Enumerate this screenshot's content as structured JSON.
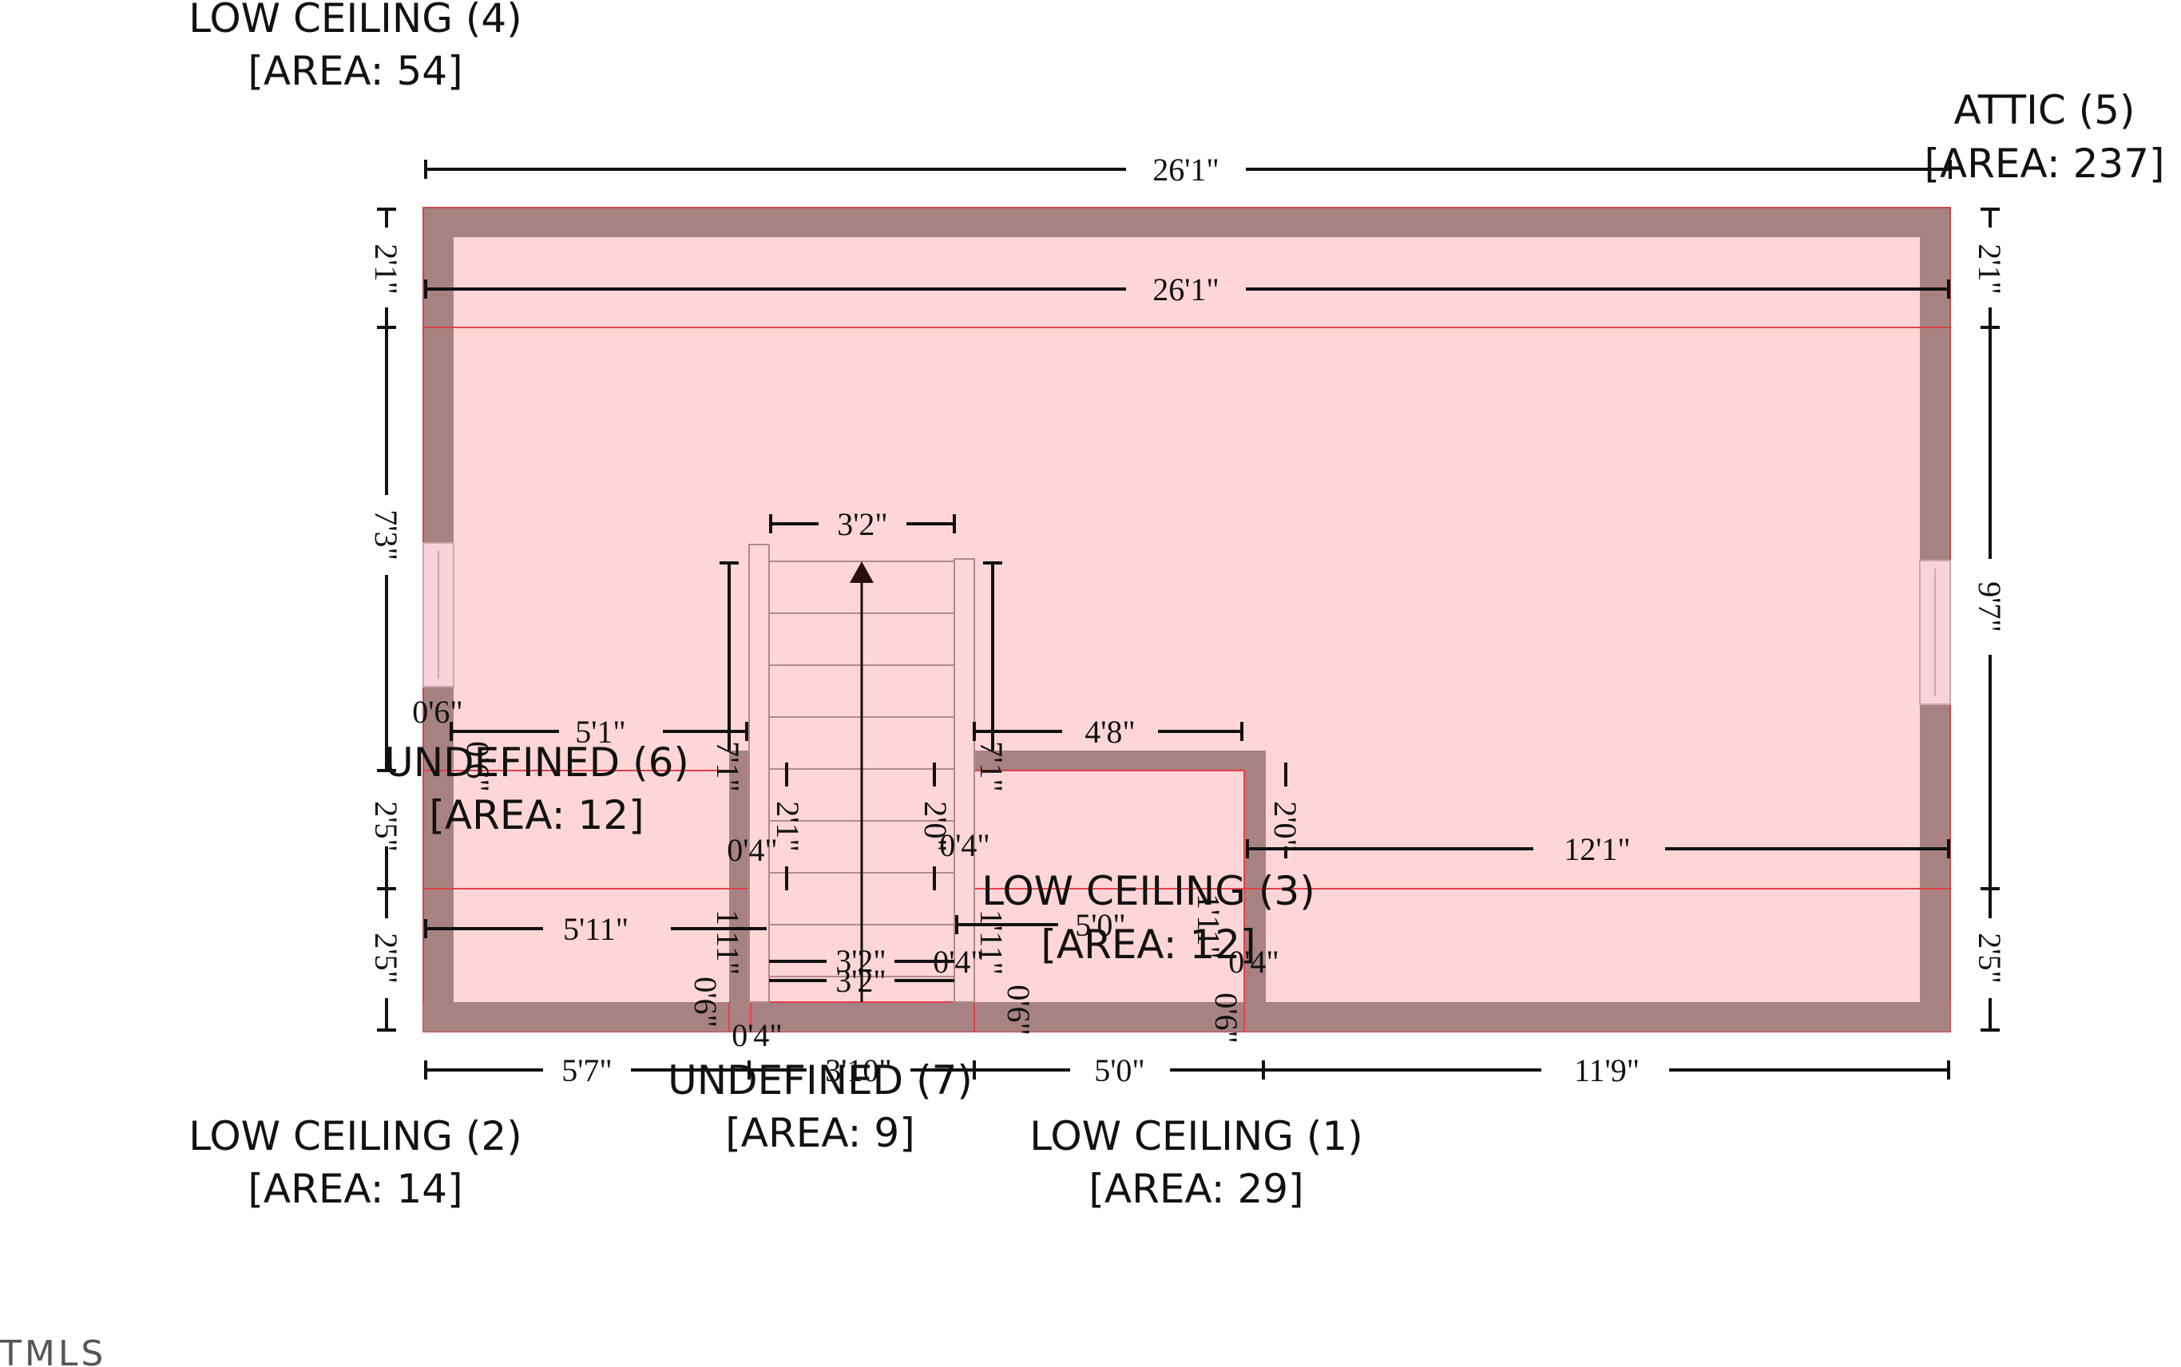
{
  "colors": {
    "wall": "#a88282",
    "floor": "#ffd6d8",
    "edge": "#e0434a",
    "window": "#f8d3dc",
    "line": "#111111"
  },
  "rooms": [
    {
      "name": "LOW CEILING (4)",
      "area": "[AREA: 54]"
    },
    {
      "name": "ATTIC (5)",
      "area": "[AREA: 237]"
    },
    {
      "name": "UNDEFINED (6)",
      "area": "[AREA: 12]"
    },
    {
      "name": "LOW CEILING (3)",
      "area": "[AREA: 12]"
    },
    {
      "name": "UNDEFINED (7)",
      "area": "[AREA: 9]"
    },
    {
      "name": "LOW CEILING (2)",
      "area": "[AREA: 14]"
    },
    {
      "name": "LOW CEILING (1)",
      "area": "[AREA: 29]"
    }
  ],
  "dims": {
    "top_outer": "26'1\"",
    "top_inner": "26'1\"",
    "left_top": "2'1\"",
    "left_mid": "7'3\"",
    "left_lower": "2'5\"",
    "left_bottom": "2'5\"",
    "right_top": "2'1\"",
    "right_mid": "9'7\"",
    "right_bottom": "2'5\"",
    "stair_width": "3'2\"",
    "left_room_width": "5'1\"",
    "left_room_offset": "0'6\"",
    "right_room_width": "4'8\"",
    "stair_left_depth": "2'1\"",
    "stair_right_depth": "2'0\"",
    "right_room_depth": "2'0\"",
    "right_span": "12'1\"",
    "left_lower_width": "5'11\"",
    "center_low_width": "5'0\"",
    "stair_bottom_a": "3'2\"",
    "stair_bottom_b": "3'2\"",
    "wall_a": "0'4\"",
    "wall_b": "0'4\"",
    "wall_c": "0'4\"",
    "wall_d": "0'4\"",
    "bottom_wall": "0'4\"",
    "vert_a": "0'6\"",
    "vert_b": "0'6\"",
    "vert_c": "0'6\"",
    "vert_d": "1'11\"",
    "vert_e": "1'11\"",
    "vert_f": "1'11\"",
    "vert_g": "7'1\"",
    "vert_h": "7'1\"",
    "vert_i": "0'6\"",
    "bottom_1": "5'7\"",
    "bottom_2": "3'10\"",
    "bottom_3": "5'0\"",
    "bottom_4": "11'9\""
  },
  "watermark": "TMLS"
}
